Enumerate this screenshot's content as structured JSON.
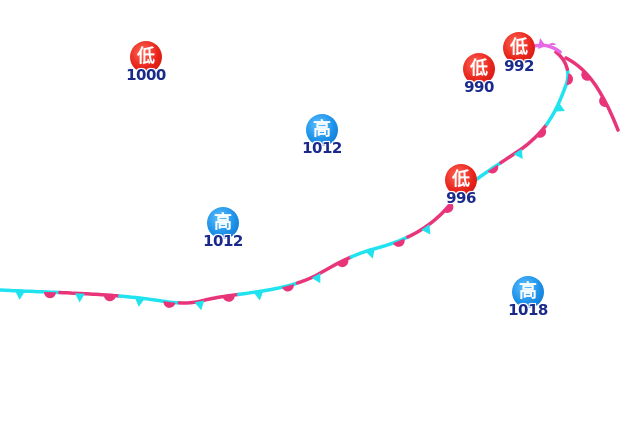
{
  "colors": {
    "low": "#e8231a",
    "high": "#1b8fe8",
    "cold_front": "#21e3f0",
    "warm_front": "#e8357a",
    "occluded_front": "#e66ae6",
    "pressure_text": "#1a2a8c"
  },
  "pressure_centers": [
    {
      "id": "low-1000",
      "type": "low",
      "symbol": "低",
      "value": "1000"
    },
    {
      "id": "low-990",
      "type": "low",
      "symbol": "低",
      "value": "990"
    },
    {
      "id": "low-992",
      "type": "low",
      "symbol": "低",
      "value": "992"
    },
    {
      "id": "high-1012-a",
      "type": "high",
      "symbol": "高",
      "value": "1012"
    },
    {
      "id": "high-1012-b",
      "type": "high",
      "symbol": "高",
      "value": "1012"
    },
    {
      "id": "low-996",
      "type": "low",
      "symbol": "低",
      "value": "996"
    },
    {
      "id": "high-1018",
      "type": "high",
      "symbol": "高",
      "value": "1018"
    }
  ],
  "fronts": [
    {
      "name": "stationary-front",
      "kind": "stationary"
    },
    {
      "name": "occluded-front",
      "kind": "occluded"
    },
    {
      "name": "warm-front-east",
      "kind": "warm"
    }
  ]
}
